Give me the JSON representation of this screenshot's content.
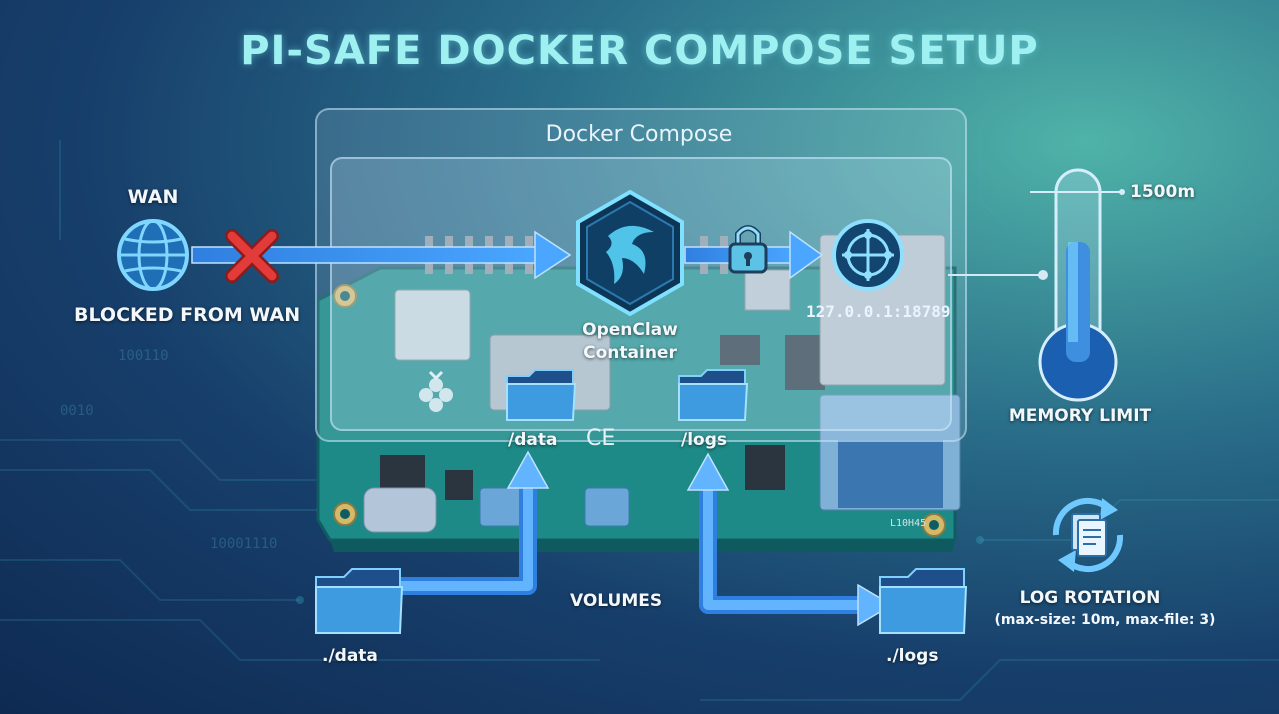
{
  "title": "PI-SAFE DOCKER COMPOSE SETUP",
  "compose": {
    "label": "Docker Compose"
  },
  "wan": {
    "label": "WAN",
    "status": "BLOCKED FROM WAN",
    "icon": "globe-icon",
    "blocked_icon": "x-mark-icon"
  },
  "container": {
    "name_line1": "OpenClaw",
    "name_line2": "Container",
    "icon": "openclaw-logo-icon"
  },
  "lock": {
    "icon": "padlock-icon"
  },
  "endpoint": {
    "address": "127.0.0.1:18789",
    "icon": "network-node-icon"
  },
  "memory": {
    "label": "MEMORY LIMIT",
    "value": "1500m",
    "icon": "thermometer-icon"
  },
  "volumes": {
    "label": "VOLUMES",
    "container_data": "/data",
    "container_logs": "/logs",
    "host_data": "./data",
    "host_logs": "./logs"
  },
  "log_rotation": {
    "label": "LOG ROTATION",
    "options": "(max-size: 10m, max-file: 3)",
    "icon": "log-rotation-icon"
  },
  "board_markings": {
    "ce": "CE",
    "id": "L10H45"
  },
  "colors": {
    "accent": "#3aa0ff",
    "title": "#9ff0f0",
    "board": "#1f8a86",
    "blocked": "#e33a3a"
  }
}
